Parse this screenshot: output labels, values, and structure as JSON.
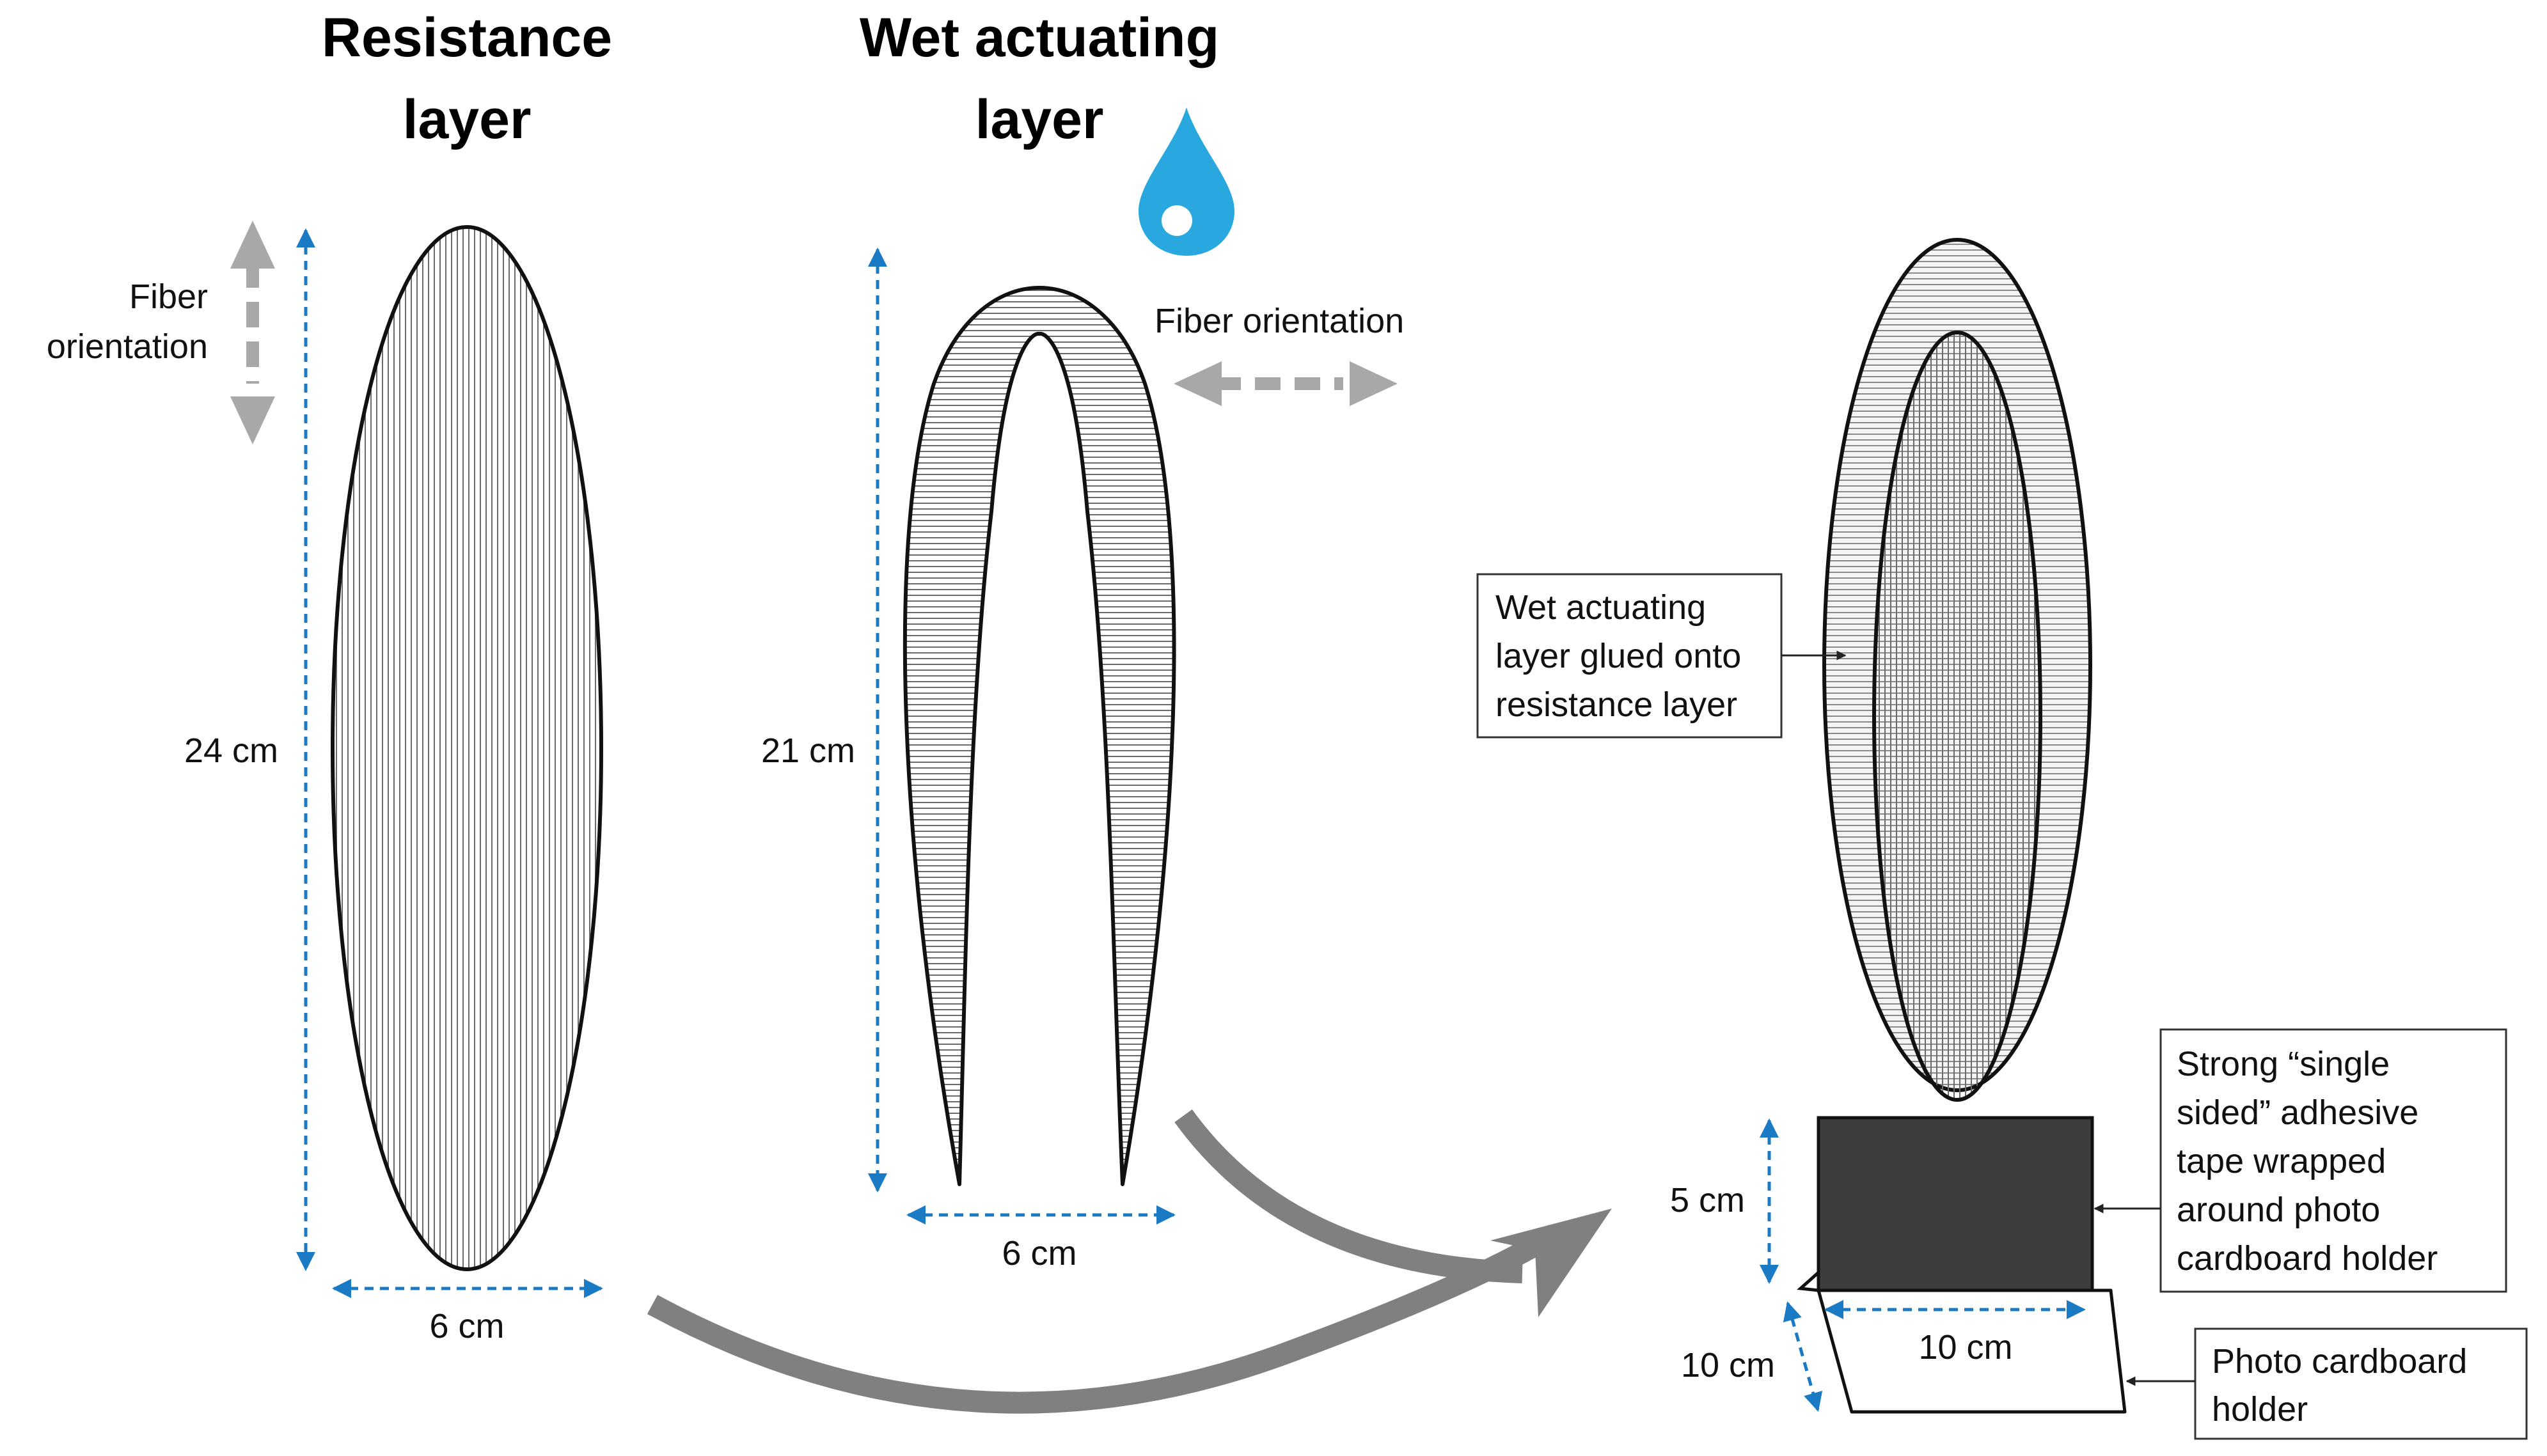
{
  "titles": {
    "resistance_line1": "Resistance",
    "resistance_line2": "layer",
    "wet_line1": "Wet actuating",
    "wet_line2": "layer"
  },
  "fiber_left": {
    "line1": "Fiber",
    "line2": "orientation"
  },
  "fiber_right": "Fiber orientation",
  "dims": {
    "resistance_height": "24 cm",
    "resistance_width": "6 cm",
    "wet_height": "21 cm",
    "wet_width": "6 cm",
    "holder_height": "5 cm",
    "holder_depth": "10 cm",
    "holder_width": "10 cm"
  },
  "callouts": {
    "glued": [
      "Wet actuating",
      "layer glued onto",
      "resistance layer"
    ],
    "tape": [
      "Strong “single",
      "sided” adhesive",
      "tape wrapped",
      "around photo",
      "cardboard holder"
    ],
    "holder": [
      "Photo cardboard",
      "holder"
    ]
  },
  "colors": {
    "dimension": "#1a7ac4",
    "drop": "#29a8e0",
    "arrow": "#808080",
    "fiber_arrow": "#a8a8a8",
    "tape": "#3d3d3d"
  },
  "icons": {
    "water": "water-drop-icon"
  }
}
